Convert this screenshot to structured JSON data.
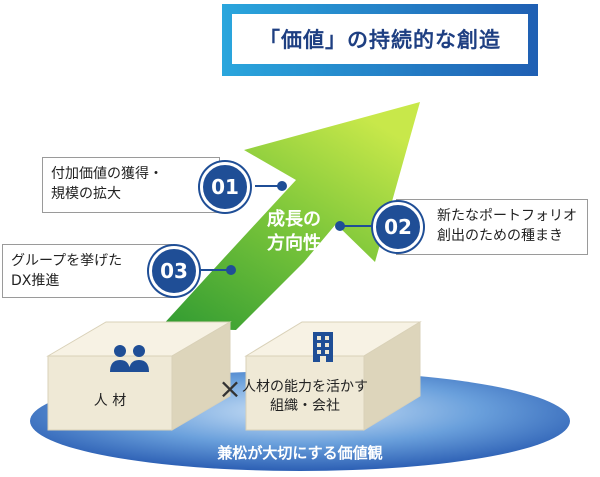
{
  "title": "「価値」の持続的な創造",
  "arrow": {
    "line1": "成長の",
    "line2": "方向性"
  },
  "callouts": [
    {
      "number": "01",
      "line1": "付加価値の獲得・",
      "line2": "規模の拡大"
    },
    {
      "number": "02",
      "line1": "新たなポートフォリオ",
      "line2": "創出のための種まき"
    },
    {
      "number": "03",
      "line1": "グループを挙げた",
      "line2": "DX推進"
    }
  ],
  "blocks": {
    "left": {
      "label": "人 材",
      "icon": "people-icon"
    },
    "right": {
      "line1": "人材の能力を活かす",
      "line2": "組織・会社",
      "icon": "building-icon"
    },
    "cross": "×"
  },
  "base": {
    "label": "兼松が大切にする価値観"
  },
  "colors": {
    "navy": "#1f4e96",
    "title_text": "#1e3f82",
    "arrow_light": "#b6df3c",
    "arrow_dark": "#2f9a32",
    "base_blue": "#2c69c2",
    "block_face": "#efe9d6"
  }
}
